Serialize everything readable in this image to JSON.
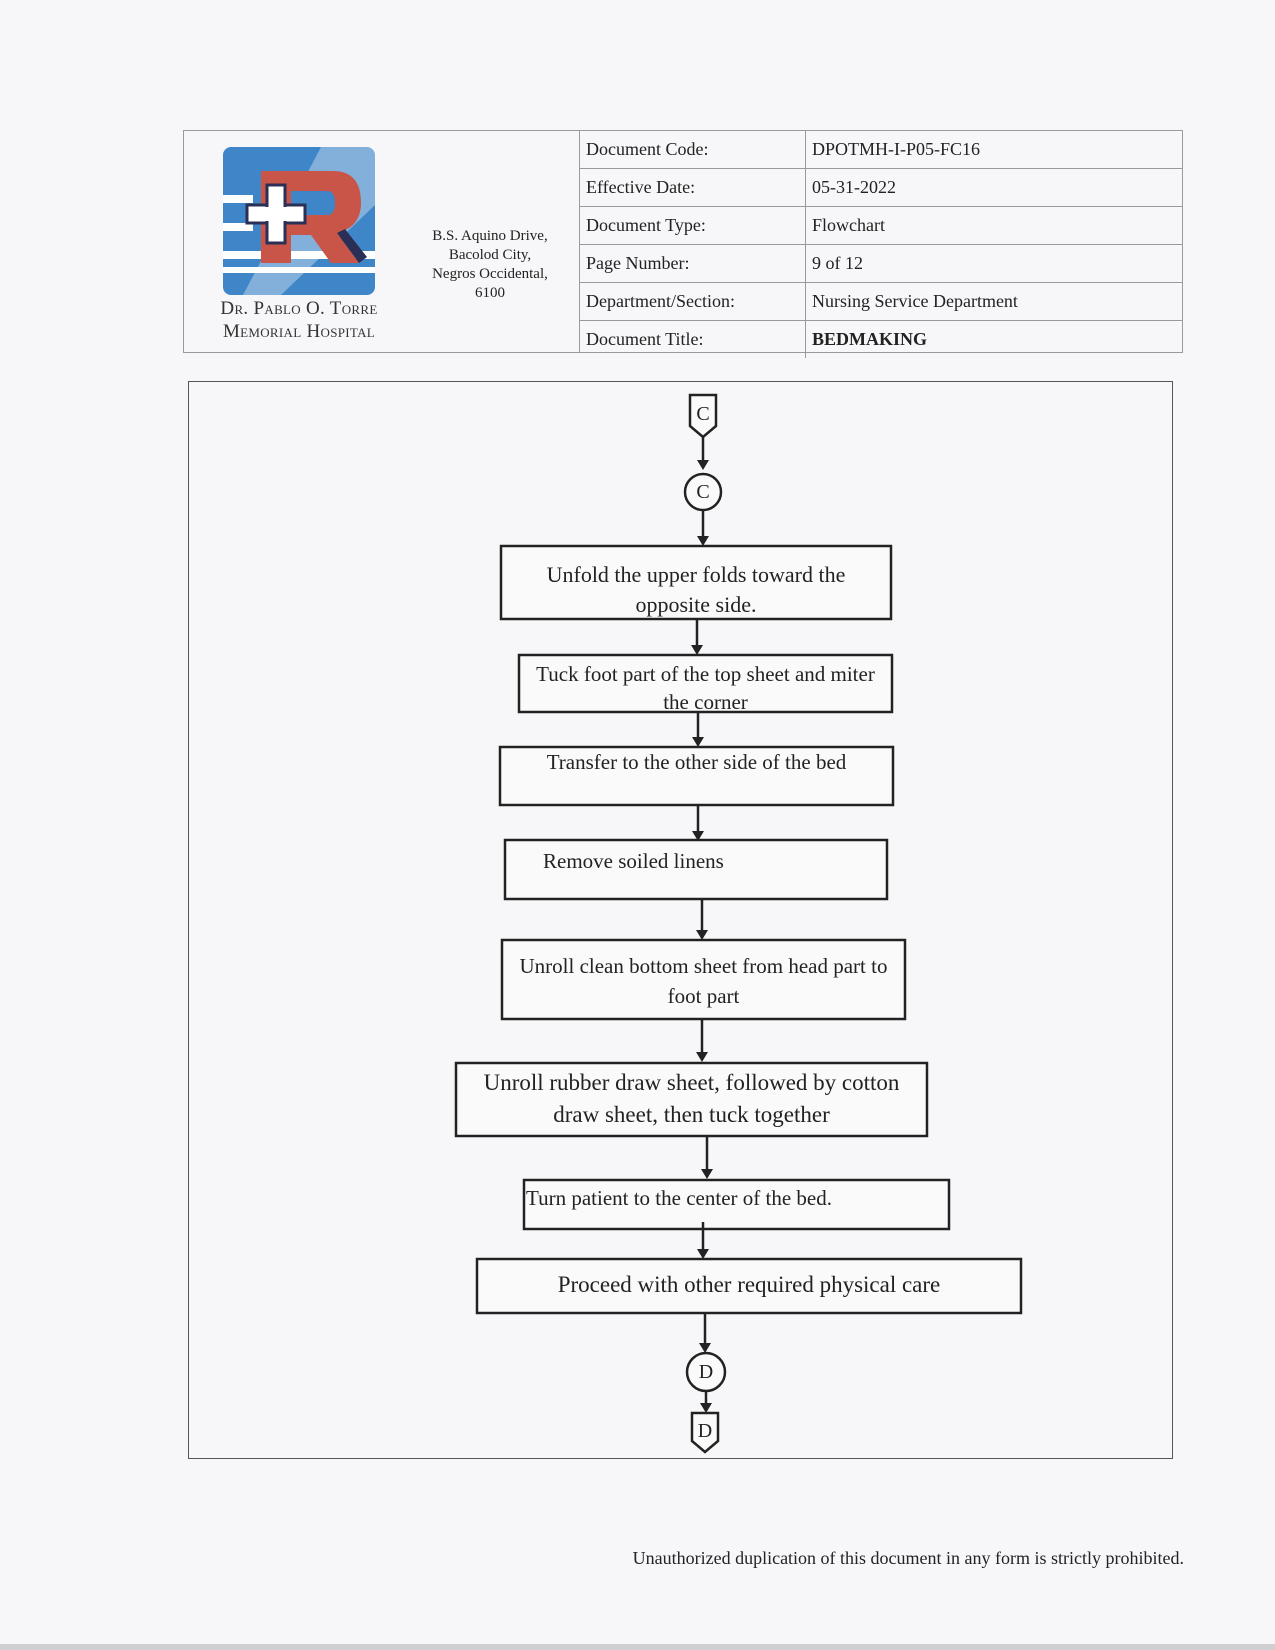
{
  "header": {
    "hospital_name_line1": "Dr. Pablo O. Torre",
    "hospital_name_line2": "Memorial Hospital",
    "address_lines": [
      "B.S. Aquino Drive,",
      "Bacolod City,",
      "Negros Occidental,",
      "6100"
    ],
    "rows": [
      {
        "label": "Document Code:",
        "value": "DPOTMH-I-P05-FC16"
      },
      {
        "label": "Effective Date:",
        "value": "05-31-2022"
      },
      {
        "label": "Document Type:",
        "value": "Flowchart"
      },
      {
        "label": "Page Number:",
        "value": "9 of 12"
      },
      {
        "label": "Department/Section:",
        "value": "Nursing Service Department"
      },
      {
        "label": "Document Title:",
        "value": "BEDMAKING"
      }
    ],
    "colors": {
      "logo_blue": "#3f86c8",
      "logo_red": "#c95548",
      "logo_dark": "#2b2f55"
    }
  },
  "flowchart": {
    "offpage_in_label": "C",
    "onpage_in_label": "C",
    "steps": [
      "Unfold the upper folds toward the opposite side.",
      "Tuck foot part of the top sheet and miter the corner",
      "Transfer to the other side of the bed",
      "Remove soiled linens",
      "Unroll clean bottom sheet from head part to foot part",
      "Unroll rubber draw sheet, followed by cotton draw sheet, then tuck together",
      "Turn patient to the center of the bed.",
      "Proceed with other required physical care"
    ],
    "onpage_out_label": "D",
    "offpage_out_label": "D"
  },
  "footer": {
    "notice": "Unauthorized duplication of this document in any form is strictly prohibited."
  }
}
